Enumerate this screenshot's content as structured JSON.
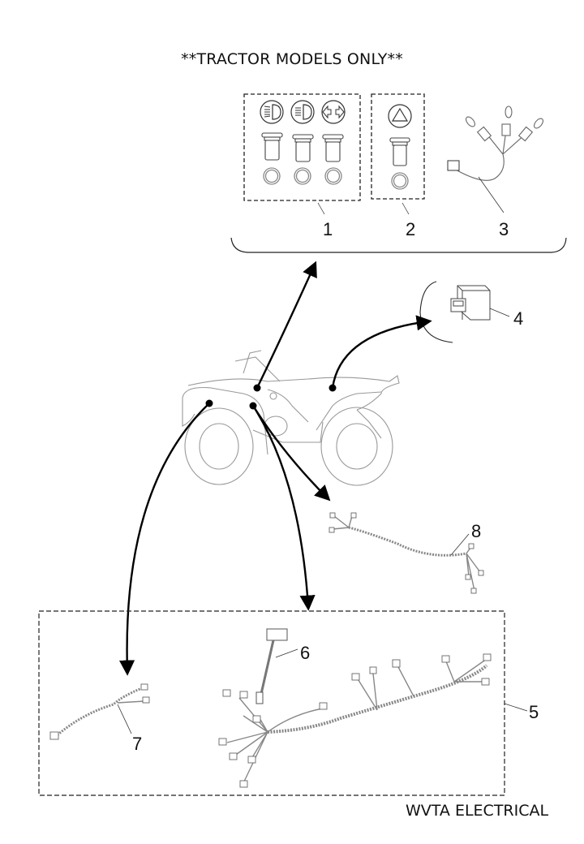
{
  "diagram": {
    "title": "**TRACTOR MODELS ONLY**",
    "footer": "WVTA ELECTRICAL",
    "callouts": [
      {
        "id": "1",
        "label": "1",
        "part": "headlight-and-indicator-switch-set"
      },
      {
        "id": "2",
        "label": "2",
        "part": "hazard-switch"
      },
      {
        "id": "3",
        "label": "3",
        "part": "bulb-wiring-harness"
      },
      {
        "id": "4",
        "label": "4",
        "part": "relay"
      },
      {
        "id": "5",
        "label": "5",
        "part": "main-wiring-harness-kit"
      },
      {
        "id": "6",
        "label": "6",
        "part": "connector-lead"
      },
      {
        "id": "7",
        "label": "7",
        "part": "front-wiring-harness"
      },
      {
        "id": "8",
        "label": "8",
        "part": "rear-wiring-harness"
      }
    ],
    "switch_icons": [
      "headlight-high-beam-icon",
      "headlight-low-beam-icon",
      "turn-indicator-icon",
      "hazard-triangle-icon"
    ]
  }
}
